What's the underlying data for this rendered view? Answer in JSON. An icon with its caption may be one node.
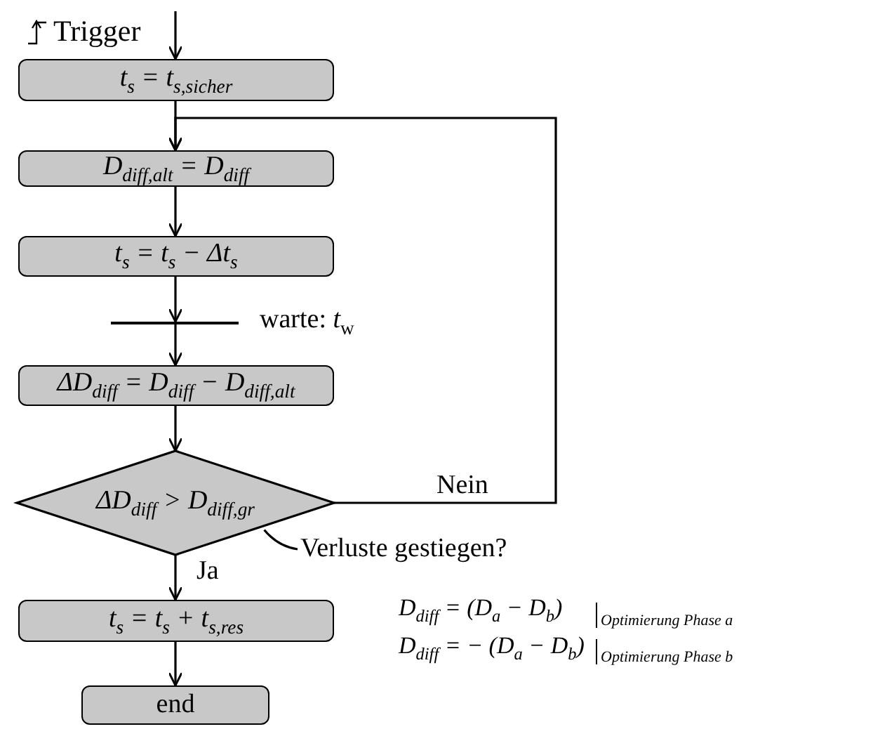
{
  "diagram": {
    "nodes": [
      {
        "text": [
          "t$_{s}$ = t$_{s,sicher}$"
        ]
      },
      {
        "text": [
          "D$_{diff,alt}$ = D$_{diff}$"
        ]
      },
      {
        "text": [
          "t$_{s}$ = t$_{s}$ − Δt$_{s}$"
        ]
      },
      {
        "text": [],
        "shape": "bar",
        "beside": [
          "warte: *t*$_{w}$"
        ]
      },
      {
        "text": [
          "ΔD$_{diff}$ = D$_{diff}$ − D$_{diff,alt}$"
        ]
      },
      {
        "text": [
          "ΔD$_{diff}$ > D$_{diff,gr}$"
        ]
      },
      {
        "text": [
          "Verluste gestiegen?"
        ]
      },
      {
        "text": [
          "t$_{s}$ = t$_{s}$ + t$_{s,res}$"
        ]
      },
      {
        "text": [
          "end"
        ]
      }
    ],
    "edges": [
      {
        "from": null,
        "to": 0,
        "arrow": "to"
      },
      {
        "from": 0,
        "to": 1,
        "arrow": "to"
      },
      {
        "from": 1,
        "to": 2,
        "arrow": "to"
      },
      {
        "from": 2,
        "to": 3,
        "arrow": "to"
      },
      {
        "from": 3,
        "to": 4,
        "arrow": "to"
      },
      {
        "from": 4,
        "to": 5,
        "arrow": "to"
      },
      {
        "from": 5,
        "to": 1,
        "arrow": "to",
        "label": "Nein"
      },
      {
        "from": 6,
        "to": 5,
        "arrow": "none"
      },
      {
        "from": 5,
        "to": 7,
        "arrow": "to",
        "label": "Ja"
      },
      {
        "from": 7,
        "to": 8,
        "arrow": "to"
      }
    ],
    "labels": [
      "Trigger",
      "D$_{diff}$ = (D$_{a}$ − D$_{b}$)",
      "Optimierung Phase a",
      "D$_{diff}$ = − (D$_{a}$ − D$_{b}$)",
      "Optimierung Phase b"
    ]
  }
}
